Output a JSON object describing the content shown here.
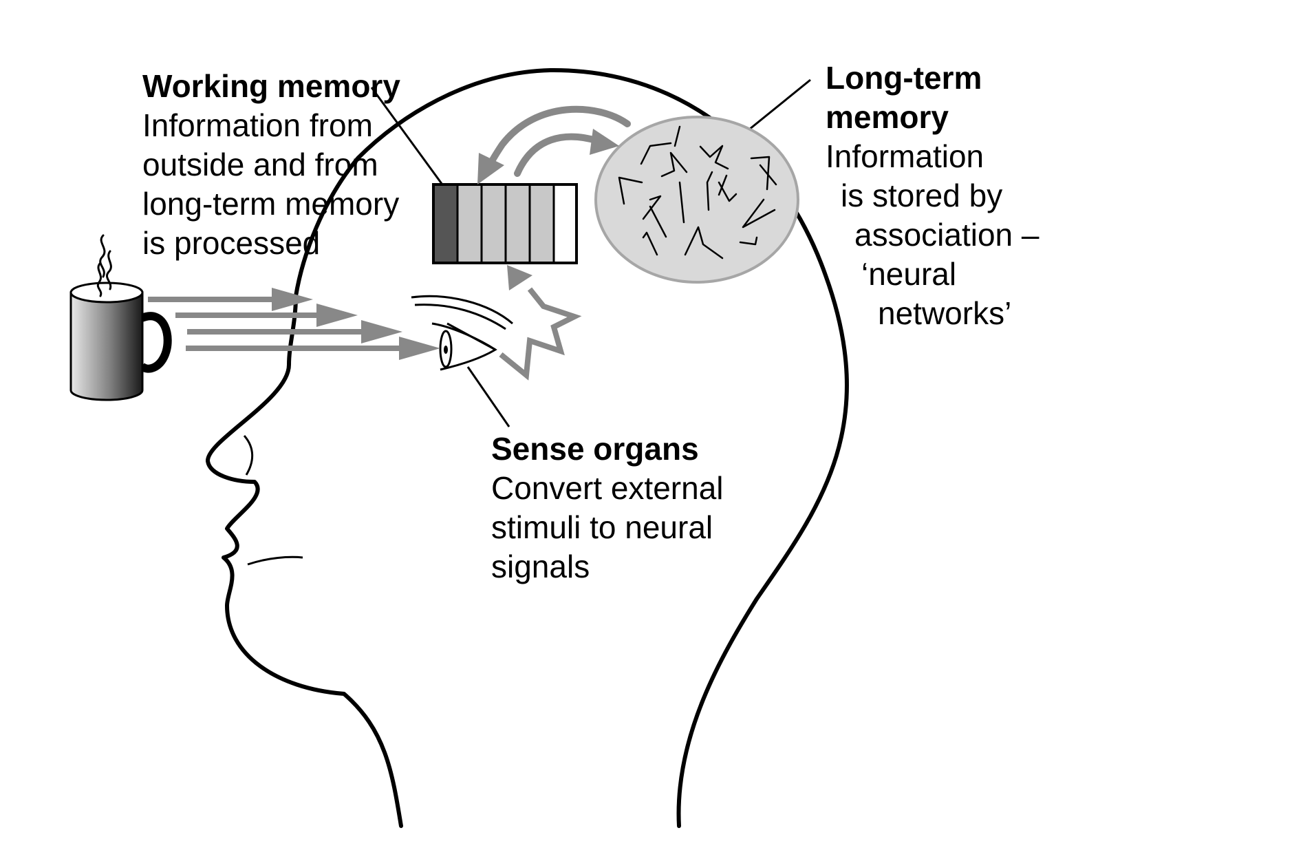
{
  "working_memory": {
    "title": "Working memory",
    "lines": [
      "Information from",
      "outside and from",
      "long-term memory",
      "is processed"
    ]
  },
  "long_term_memory": {
    "title_lines": [
      "Long-term",
      "memory"
    ],
    "lines": [
      "Information",
      "is stored by",
      "association –",
      "‘neural",
      "networks’"
    ]
  },
  "sense_organs": {
    "title": "Sense organs",
    "lines": [
      "Convert external",
      "stimuli to neural",
      "signals"
    ]
  },
  "colors": {
    "outline": "#000000",
    "arrow": "#888888",
    "memory_oval_fill": "#d9d9d9",
    "memory_oval_stroke": "#a6a6a6",
    "wm_first_cell": "#555555",
    "wm_cells": "#c8c8c8"
  }
}
